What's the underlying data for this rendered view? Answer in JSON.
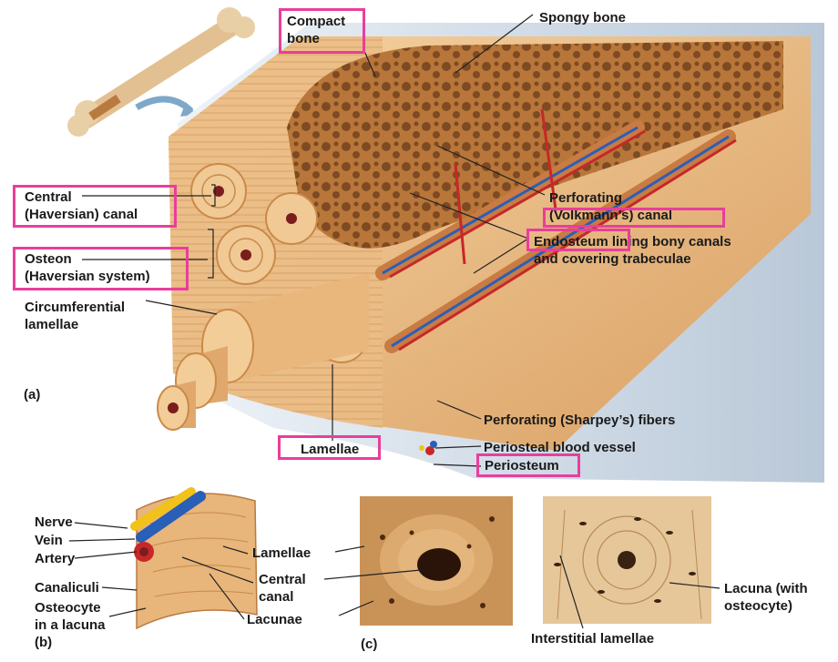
{
  "labels": {
    "compact_bone": [
      "Compact",
      "bone"
    ],
    "spongy_bone": "Spongy bone",
    "central_canal": [
      "Central",
      "(Haversian) canal"
    ],
    "osteon": [
      "Osteon",
      "(Haversian system)"
    ],
    "circumferential": [
      "Circumferential",
      "lamellae"
    ],
    "perforating": [
      "Perforating",
      "(Volkmann’s) canal"
    ],
    "endosteum": [
      "Endosteum lining bony canals",
      "and covering trabeculae"
    ],
    "panel_a": "(a)",
    "sharpey": "Perforating (Sharpey’s) fibers",
    "lamellae_a": "Lamellae",
    "periosteal_vessel": "Periosteal blood vessel",
    "periosteum": "Periosteum",
    "nerve": "Nerve",
    "vein": "Vein",
    "artery": "Artery",
    "canaliculi": "Canaliculi",
    "osteocyte": [
      "Osteocyte",
      "in a lacuna"
    ],
    "panel_b": "(b)",
    "lamellae_b": "Lamellae",
    "central_canal_b": [
      "Central",
      "canal"
    ],
    "lacunae": "Lacunae",
    "panel_c": "(c)",
    "lacuna_osteocyte": [
      "Lacuna (with",
      "osteocyte)"
    ],
    "interstitial": "Interstitial lamellae"
  },
  "colors": {
    "highlight_box": "#e83e9c",
    "bone": "#e8b57a",
    "bone_dark": "#c98a4a",
    "vein": "#2a5fb8",
    "artery": "#c62828",
    "nerve": "#f2c21a"
  }
}
